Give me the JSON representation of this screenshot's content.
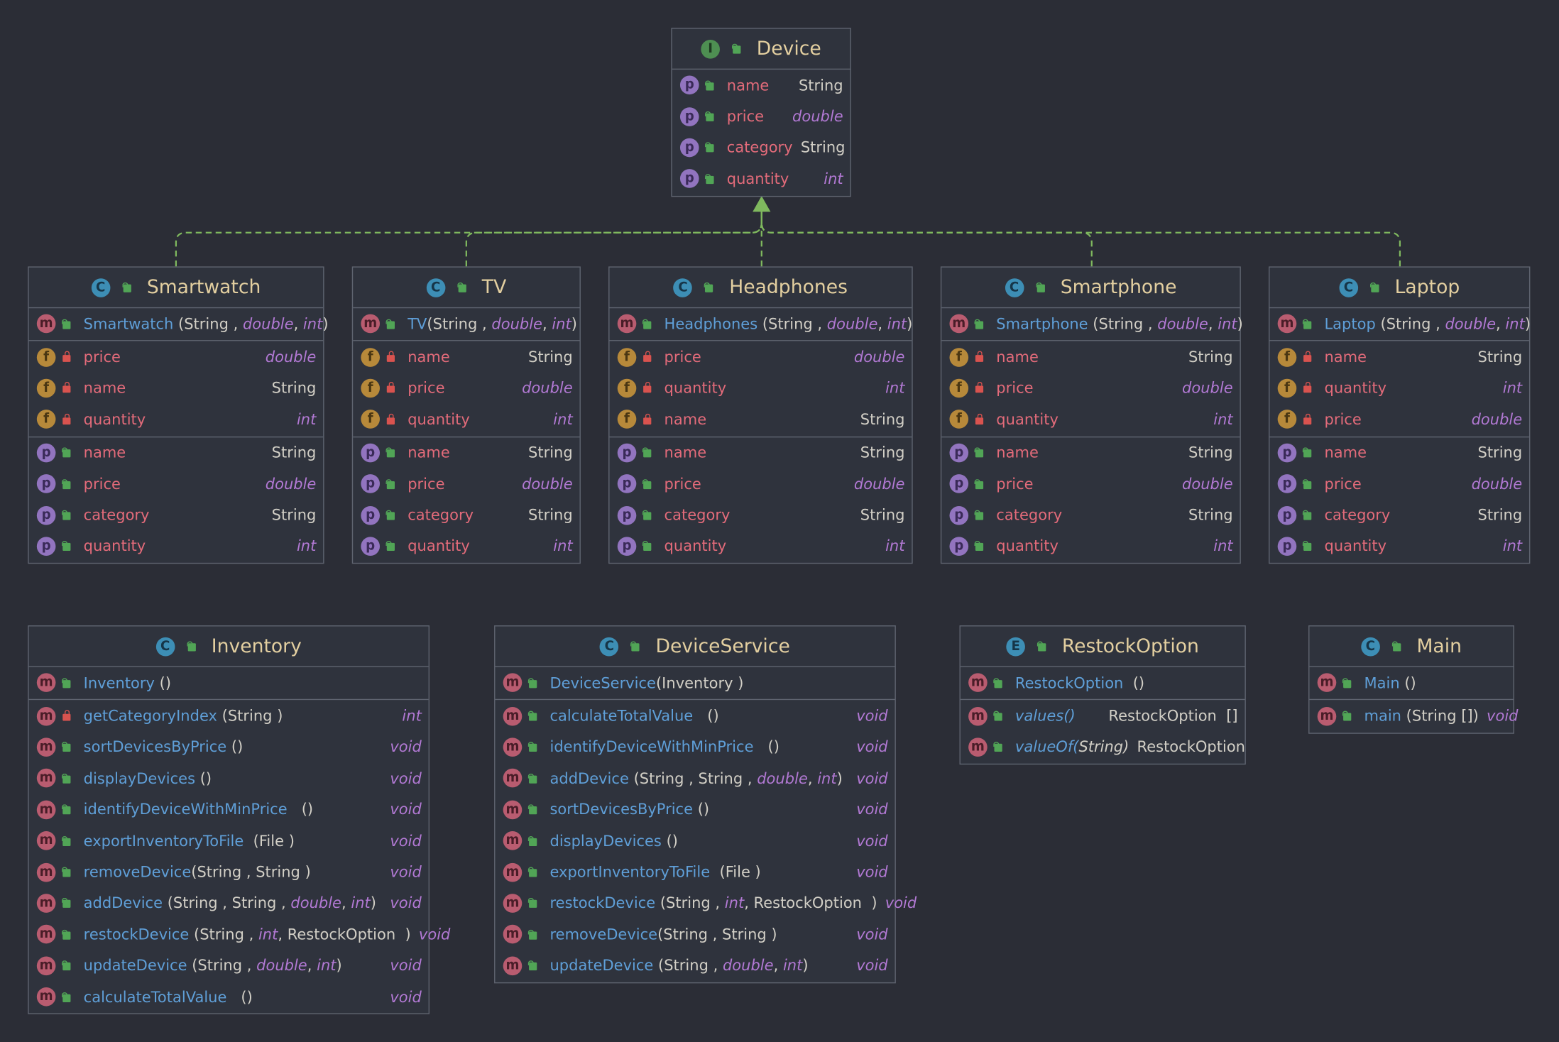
{
  "classes": {
    "device": {
      "kind": "I",
      "title": "Device",
      "props": [
        {
          "name": "name",
          "type": "String"
        },
        {
          "name": "price",
          "type": "double"
        },
        {
          "name": "category",
          "type": "String"
        },
        {
          "name": "quantity",
          "type": "int"
        }
      ]
    },
    "smartwatch": {
      "kind": "C",
      "title": "Smartwatch",
      "ctor": {
        "name": "Smartwatch",
        "params": [
          {
            "t": " (",
            "k": false
          },
          {
            "t": "String",
            "k": false
          },
          {
            "t": " , ",
            "k": false
          },
          {
            "t": "double",
            "k": true
          },
          {
            "t": ", ",
            "k": false
          },
          {
            "t": "int",
            "k": true
          },
          {
            "t": ")",
            "k": false
          }
        ]
      },
      "fields": [
        {
          "name": "price",
          "type": "double"
        },
        {
          "name": "name",
          "type": "String"
        },
        {
          "name": "quantity",
          "type": "int"
        }
      ],
      "props": [
        {
          "name": "name",
          "type": "String"
        },
        {
          "name": "price",
          "type": "double"
        },
        {
          "name": "category",
          "type": "String"
        },
        {
          "name": "quantity",
          "type": "int"
        }
      ]
    },
    "tv": {
      "kind": "C",
      "title": "TV",
      "ctor": {
        "name": "TV",
        "params": [
          {
            "t": "(",
            "k": false
          },
          {
            "t": "String",
            "k": false
          },
          {
            "t": " , ",
            "k": false
          },
          {
            "t": "double",
            "k": true
          },
          {
            "t": ", ",
            "k": false
          },
          {
            "t": "int",
            "k": true
          },
          {
            "t": ")",
            "k": false
          }
        ]
      },
      "fields": [
        {
          "name": "name",
          "type": "String"
        },
        {
          "name": "price",
          "type": "double"
        },
        {
          "name": "quantity",
          "type": "int"
        }
      ],
      "props": [
        {
          "name": "name",
          "type": "String"
        },
        {
          "name": "price",
          "type": "double"
        },
        {
          "name": "category",
          "type": "String"
        },
        {
          "name": "quantity",
          "type": "int"
        }
      ]
    },
    "headphones": {
      "kind": "C",
      "title": "Headphones",
      "ctor": {
        "name": "Headphones",
        "params": [
          {
            "t": " (",
            "k": false
          },
          {
            "t": "String",
            "k": false
          },
          {
            "t": " , ",
            "k": false
          },
          {
            "t": "double",
            "k": true
          },
          {
            "t": ", ",
            "k": false
          },
          {
            "t": "int",
            "k": true
          },
          {
            "t": ")",
            "k": false
          }
        ]
      },
      "fields": [
        {
          "name": "price",
          "type": "double"
        },
        {
          "name": "quantity",
          "type": "int"
        },
        {
          "name": "name",
          "type": "String"
        }
      ],
      "props": [
        {
          "name": "name",
          "type": "String"
        },
        {
          "name": "price",
          "type": "double"
        },
        {
          "name": "category",
          "type": "String"
        },
        {
          "name": "quantity",
          "type": "int"
        }
      ]
    },
    "smartphone": {
      "kind": "C",
      "title": "Smartphone",
      "ctor": {
        "name": "Smartphone",
        "params": [
          {
            "t": " (",
            "k": false
          },
          {
            "t": "String",
            "k": false
          },
          {
            "t": " , ",
            "k": false
          },
          {
            "t": "double",
            "k": true
          },
          {
            "t": ", ",
            "k": false
          },
          {
            "t": "int",
            "k": true
          },
          {
            "t": ")",
            "k": false
          }
        ]
      },
      "fields": [
        {
          "name": "name",
          "type": "String"
        },
        {
          "name": "price",
          "type": "double"
        },
        {
          "name": "quantity",
          "type": "int"
        }
      ],
      "props": [
        {
          "name": "name",
          "type": "String"
        },
        {
          "name": "price",
          "type": "double"
        },
        {
          "name": "category",
          "type": "String"
        },
        {
          "name": "quantity",
          "type": "int"
        }
      ]
    },
    "laptop": {
      "kind": "C",
      "title": "Laptop",
      "ctor": {
        "name": "Laptop",
        "params": [
          {
            "t": " (",
            "k": false
          },
          {
            "t": "String",
            "k": false
          },
          {
            "t": " , ",
            "k": false
          },
          {
            "t": "double",
            "k": true
          },
          {
            "t": ", ",
            "k": false
          },
          {
            "t": "int",
            "k": true
          },
          {
            "t": ")",
            "k": false
          }
        ]
      },
      "fields": [
        {
          "name": "name",
          "type": "String"
        },
        {
          "name": "quantity",
          "type": "int"
        },
        {
          "name": "price",
          "type": "double"
        }
      ],
      "props": [
        {
          "name": "name",
          "type": "String"
        },
        {
          "name": "price",
          "type": "double"
        },
        {
          "name": "category",
          "type": "String"
        },
        {
          "name": "quantity",
          "type": "int"
        }
      ]
    },
    "inventory": {
      "kind": "C",
      "title": "Inventory",
      "ctor": {
        "name": "Inventory",
        "params": [
          {
            "t": " ()",
            "k": false
          }
        ]
      },
      "methods": [
        {
          "name": "getCategoryIndex",
          "private": true,
          "params": [
            {
              "t": " (String )",
              "k": false
            }
          ],
          "ret": "int"
        },
        {
          "name": "sortDevicesByPrice",
          "params": [
            {
              "t": " ()",
              "k": false
            }
          ],
          "ret": "void"
        },
        {
          "name": "displayDevices",
          "params": [
            {
              "t": " ()",
              "k": false
            }
          ],
          "ret": "void"
        },
        {
          "name": "identifyDeviceWithMinPrice",
          "params": [
            {
              "t": "   ()",
              "k": false
            }
          ],
          "ret": "void"
        },
        {
          "name": "exportInventoryToFile",
          "params": [
            {
              "t": "  (File )",
              "k": false
            }
          ],
          "ret": "void"
        },
        {
          "name": "removeDevice",
          "params": [
            {
              "t": "(String , String )",
              "k": false
            }
          ],
          "ret": "void"
        },
        {
          "name": "addDevice",
          "params": [
            {
              "t": " (String , String , ",
              "k": false
            },
            {
              "t": "double",
              "k": true
            },
            {
              "t": ", ",
              "k": false
            },
            {
              "t": "int",
              "k": true
            },
            {
              "t": ")",
              "k": false
            }
          ],
          "ret": "void"
        },
        {
          "name": "restockDevice",
          "params": [
            {
              "t": " (String , ",
              "k": false
            },
            {
              "t": "int",
              "k": true
            },
            {
              "t": ", RestockOption  )",
              "k": false
            }
          ],
          "ret": "void"
        },
        {
          "name": "updateDevice",
          "params": [
            {
              "t": " (String , ",
              "k": false
            },
            {
              "t": "double",
              "k": true
            },
            {
              "t": ", ",
              "k": false
            },
            {
              "t": "int",
              "k": true
            },
            {
              "t": ")",
              "k": false
            }
          ],
          "ret": "void"
        },
        {
          "name": "calculateTotalValue",
          "params": [
            {
              "t": "   ()",
              "k": false
            }
          ],
          "ret": "void"
        }
      ]
    },
    "deviceservice": {
      "kind": "C",
      "title": "DeviceService",
      "ctor": {
        "name": "DeviceService",
        "params": [
          {
            "t": "(Inventory )",
            "k": false
          }
        ]
      },
      "methods": [
        {
          "name": "calculateTotalValue",
          "params": [
            {
              "t": "   ()",
              "k": false
            }
          ],
          "ret": "void"
        },
        {
          "name": "identifyDeviceWithMinPrice",
          "params": [
            {
              "t": "   ()",
              "k": false
            }
          ],
          "ret": "void"
        },
        {
          "name": "addDevice",
          "params": [
            {
              "t": " (String , String , ",
              "k": false
            },
            {
              "t": "double",
              "k": true
            },
            {
              "t": ", ",
              "k": false
            },
            {
              "t": "int",
              "k": true
            },
            {
              "t": ")",
              "k": false
            }
          ],
          "ret": "void"
        },
        {
          "name": "sortDevicesByPrice",
          "params": [
            {
              "t": " ()",
              "k": false
            }
          ],
          "ret": "void"
        },
        {
          "name": "displayDevices",
          "params": [
            {
              "t": " ()",
              "k": false
            }
          ],
          "ret": "void"
        },
        {
          "name": "exportInventoryToFile",
          "params": [
            {
              "t": "  (File )",
              "k": false
            }
          ],
          "ret": "void"
        },
        {
          "name": "restockDevice",
          "params": [
            {
              "t": " (String , ",
              "k": false
            },
            {
              "t": "int",
              "k": true
            },
            {
              "t": ", RestockOption  )",
              "k": false
            }
          ],
          "ret": "void"
        },
        {
          "name": "removeDevice",
          "params": [
            {
              "t": "(String , String )",
              "k": false
            }
          ],
          "ret": "void"
        },
        {
          "name": "updateDevice",
          "params": [
            {
              "t": " (String , ",
              "k": false
            },
            {
              "t": "double",
              "k": true
            },
            {
              "t": ", ",
              "k": false
            },
            {
              "t": "int",
              "k": true
            },
            {
              "t": ")",
              "k": false
            }
          ],
          "ret": "void"
        }
      ]
    },
    "restockoption": {
      "kind": "E",
      "title": "RestockOption",
      "ctor": {
        "name": "RestockOption",
        "params": [
          {
            "t": "  ()",
            "k": false
          }
        ]
      },
      "methods": [
        {
          "name": "values()",
          "italic": true,
          "static": true,
          "params": [],
          "ret": "RestockOption  []",
          "retPlain": true
        },
        {
          "name": "valueOf(",
          "italic": true,
          "static": true,
          "params": [
            {
              "t": "String",
              "k": false,
              "i": true
            },
            {
              "t": ")",
              "k": false,
              "i": true
            }
          ],
          "ret": "RestockOption",
          "retPlain": true
        }
      ]
    },
    "main": {
      "kind": "C",
      "title": "Main",
      "ctor": {
        "name": "Main",
        "params": [
          {
            "t": " ()",
            "k": false
          }
        ]
      },
      "methods": [
        {
          "name": "main",
          "static": true,
          "params": [
            {
              "t": " (String [])",
              "k": false
            }
          ],
          "ret": "void"
        }
      ]
    }
  }
}
